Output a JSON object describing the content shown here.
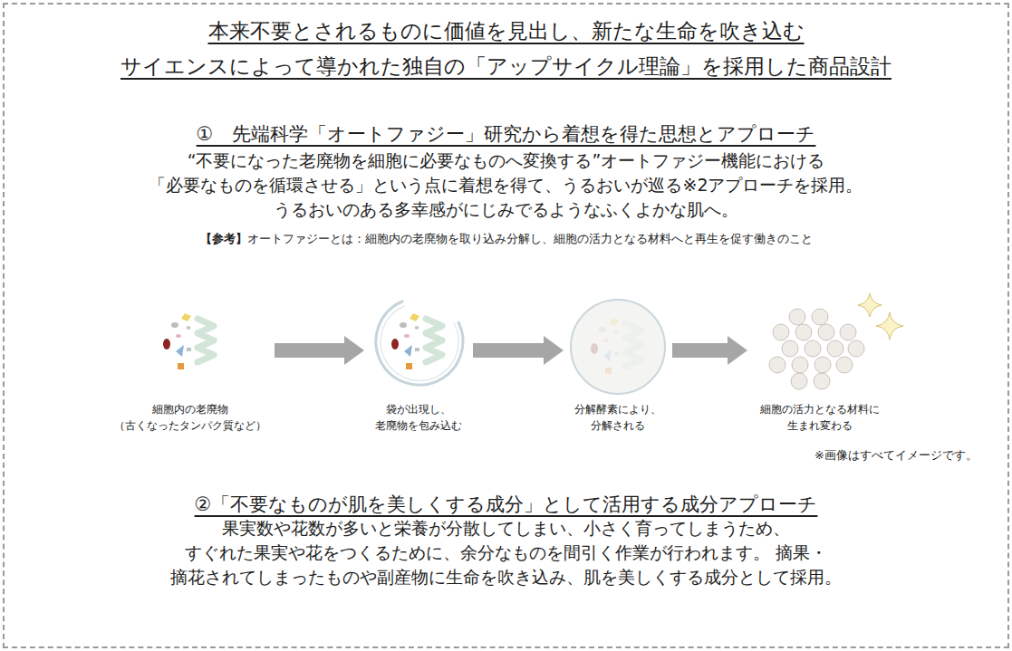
{
  "diagram": {
    "title": "本来不要とされるものに価値を見出し、新たな生命を吹き込む サイエンスによって導かれた独自の「アップサイクル理論」を採用した商品設計",
    "nodes": [
      {
        "text": [
          "細胞内の老廃物 （古くなったタンパク質など）"
        ]
      },
      {
        "text": [
          "袋が出現し、 老廃物を包み込む"
        ]
      },
      {
        "text": [
          "分解酵素により、 分解される"
        ]
      },
      {
        "text": [
          "細胞の活力となる材料に 生まれ変わる"
        ]
      }
    ],
    "edges": [
      {
        "from": 0,
        "to": 1,
        "arrow": "to"
      },
      {
        "from": 1,
        "to": 2,
        "arrow": "to"
      },
      {
        "from": 2,
        "to": 3,
        "arrow": "to"
      }
    ],
    "labels": [
      "①　先端科学「オートファジー」研究から着想を得た思想とアプローチ",
      "“不要になった老廃物を細胞に必要なものへ変換する”オートファジー機能における 「必要なものを循環させる」という点に着想を得て、うるおいが巡る※2アプローチを採用。 うるおいのある多幸感がにじみでるようなふくよかな肌へ。",
      "【参考】",
      "オートファジーとは：細胞内の老廃物を取り込み分解し、細胞の活力となる材料へと再生を促す働きのこと",
      "※画像はすべてイメージです。",
      "②「不要なものが肌を美しくする成分」として活用する成分アプローチ",
      "果実数や花数が多いと栄養が分散してしまい、小さく育ってしまうため、 すぐれた果実や花をつくるために、余分なものを間引く作業が行われます。 摘果・摘花されてしまったものや副産物に生命を吹き込み、肌を美しくする成分として採用。"
    ]
  }
}
